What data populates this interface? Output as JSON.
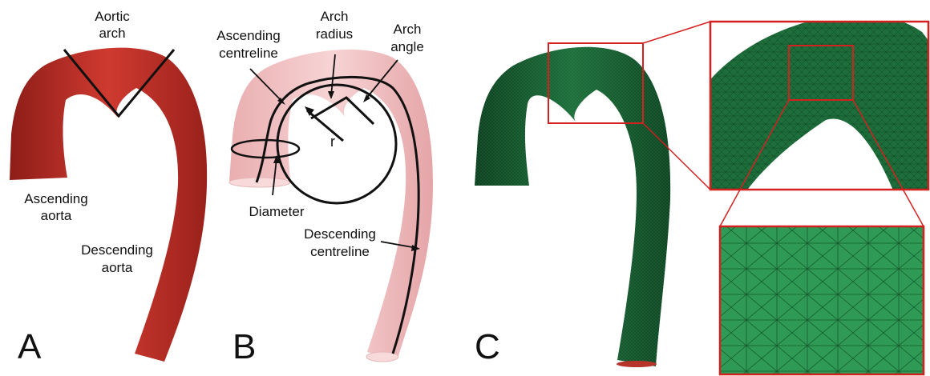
{
  "panels": {
    "a": "A",
    "b": "B",
    "c": "C"
  },
  "labels_a": {
    "aortic_arch": [
      "Aortic",
      "arch"
    ],
    "ascending_aorta": [
      "Ascending",
      "aorta"
    ],
    "descending_aorta": [
      "Descending",
      "aorta"
    ]
  },
  "labels_b": {
    "ascending_centreline": [
      "Ascending",
      "centreline"
    ],
    "arch_radius": [
      "Arch",
      "radius"
    ],
    "arch_angle": [
      "Arch",
      "angle"
    ],
    "radius_symbol": "r",
    "diameter": "Diameter",
    "descending_centreline": [
      "Descending",
      "centreline"
    ]
  },
  "colors": {
    "aorta_solid": "#c0302a",
    "aorta_transparent": "#f2b8b8",
    "mesh_green": "#1c6b3a",
    "zoom_box": "#d62020"
  }
}
